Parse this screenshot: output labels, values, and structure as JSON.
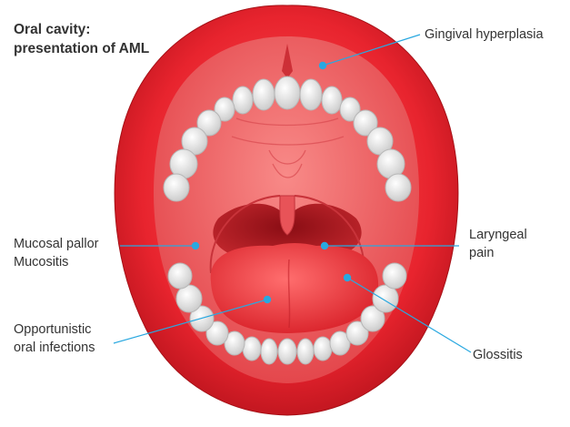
{
  "title": {
    "line1": "Oral cavity:",
    "line2": "presentation of AML"
  },
  "labels": {
    "gingival": "Gingival hyperplasia",
    "mucosal_1": "Mucosal pallor",
    "mucosal_2": "Mucositis",
    "laryngeal_1": "Laryngeal",
    "laryngeal_2": "pain",
    "opportunistic_1": "Opportunistic",
    "opportunistic_2": "oral infections",
    "glossitis": "Glossitis"
  },
  "colors": {
    "lip": "#e8242e",
    "lip_dark": "#b5121b",
    "palate": "#f06a6c",
    "throat": "#a8141c",
    "tongue": "#e8333a",
    "teeth": "#f4f4f4",
    "pointer_line": "#29a8e0",
    "pointer_dot": "#29a8e0"
  }
}
